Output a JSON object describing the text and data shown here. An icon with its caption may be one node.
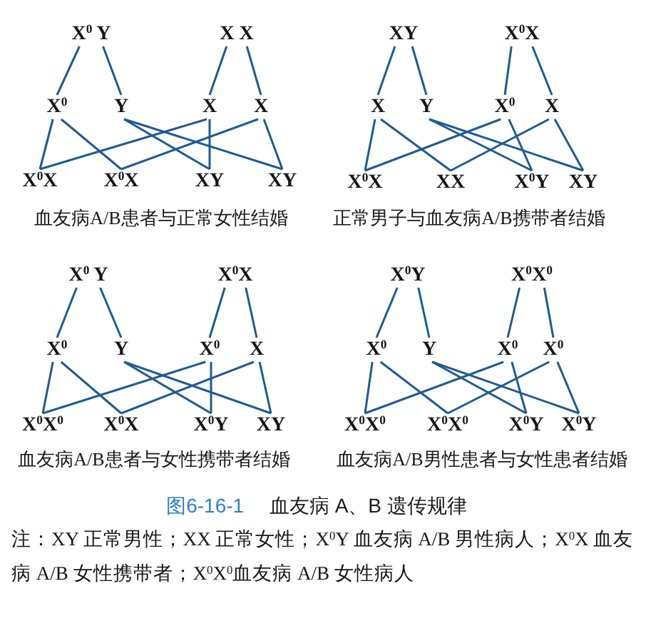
{
  "diagram": {
    "caption": "图6-16-1 血友病 A、B 遗传规律",
    "nodes": [
      {
        "text": [
          "X$^{0}$ Y"
        ]
      },
      {
        "text": [
          "X X"
        ]
      },
      {
        "text": [
          "X$^{0}$"
        ]
      },
      {
        "text": [
          "Y"
        ]
      },
      {
        "text": [
          "X"
        ]
      },
      {
        "text": [
          "X"
        ]
      },
      {
        "text": [
          "X$^{0}$X"
        ]
      },
      {
        "text": [
          "X$^{0}$X"
        ]
      },
      {
        "text": [
          "XY"
        ]
      },
      {
        "text": [
          "XY"
        ]
      },
      {
        "text": [
          "XY"
        ]
      },
      {
        "text": [
          "X$^{0}$X"
        ]
      },
      {
        "text": [
          "X"
        ]
      },
      {
        "text": [
          "Y"
        ]
      },
      {
        "text": [
          "X$^{0}$"
        ]
      },
      {
        "text": [
          "X"
        ]
      },
      {
        "text": [
          "X$^{0}$X"
        ]
      },
      {
        "text": [
          "XX"
        ]
      },
      {
        "text": [
          "X$^{0}$Y"
        ]
      },
      {
        "text": [
          "XY"
        ]
      },
      {
        "text": [
          "X$^{0}$ Y"
        ]
      },
      {
        "text": [
          "X$^{0}$X"
        ]
      },
      {
        "text": [
          "X$^{0}$"
        ]
      },
      {
        "text": [
          "Y"
        ]
      },
      {
        "text": [
          "X$^{0}$"
        ]
      },
      {
        "text": [
          "X"
        ]
      },
      {
        "text": [
          "X$^{0}$X$^{0}$"
        ]
      },
      {
        "text": [
          "X$^{0}$X"
        ]
      },
      {
        "text": [
          "X$^{0}$Y"
        ]
      },
      {
        "text": [
          "XY"
        ]
      },
      {
        "text": [
          "X$^{0}$Y"
        ]
      },
      {
        "text": [
          "X$^{0}$X$^{0}$"
        ]
      },
      {
        "text": [
          "X$^{0}$"
        ]
      },
      {
        "text": [
          "Y"
        ]
      },
      {
        "text": [
          "X$^{0}$"
        ]
      },
      {
        "text": [
          "X$^{0}$"
        ]
      },
      {
        "text": [
          "X$^{0}$X$^{0}$"
        ]
      },
      {
        "text": [
          "X$^{0}$X$^{0}$"
        ]
      },
      {
        "text": [
          "X$^{0}$Y"
        ]
      },
      {
        "text": [
          "X$^{0}$Y"
        ]
      }
    ],
    "edges": [
      {
        "from": 0,
        "to": 2,
        "arrow": "none"
      },
      {
        "from": 0,
        "to": 3,
        "arrow": "none"
      },
      {
        "from": 1,
        "to": 4,
        "arrow": "none"
      },
      {
        "from": 1,
        "to": 5,
        "arrow": "none"
      },
      {
        "from": 2,
        "to": 6,
        "arrow": "none"
      },
      {
        "from": 2,
        "to": 7,
        "arrow": "none"
      },
      {
        "from": 3,
        "to": 8,
        "arrow": "none"
      },
      {
        "from": 3,
        "to": 9,
        "arrow": "none"
      },
      {
        "from": 4,
        "to": 6,
        "arrow": "none"
      },
      {
        "from": 4,
        "to": 8,
        "arrow": "none"
      },
      {
        "from": 5,
        "to": 7,
        "arrow": "none"
      },
      {
        "from": 5,
        "to": 9,
        "arrow": "none"
      },
      {
        "from": 10,
        "to": 12,
        "arrow": "none"
      },
      {
        "from": 10,
        "to": 13,
        "arrow": "none"
      },
      {
        "from": 11,
        "to": 14,
        "arrow": "none"
      },
      {
        "from": 11,
        "to": 15,
        "arrow": "none"
      },
      {
        "from": 12,
        "to": 16,
        "arrow": "none"
      },
      {
        "from": 12,
        "to": 17,
        "arrow": "none"
      },
      {
        "from": 13,
        "to": 18,
        "arrow": "none"
      },
      {
        "from": 13,
        "to": 19,
        "arrow": "none"
      },
      {
        "from": 14,
        "to": 16,
        "arrow": "none"
      },
      {
        "from": 14,
        "to": 18,
        "arrow": "none"
      },
      {
        "from": 15,
        "to": 17,
        "arrow": "none"
      },
      {
        "from": 15,
        "to": 19,
        "arrow": "none"
      },
      {
        "from": 20,
        "to": 22,
        "arrow": "none"
      },
      {
        "from": 20,
        "to": 23,
        "arrow": "none"
      },
      {
        "from": 21,
        "to": 24,
        "arrow": "none"
      },
      {
        "from": 21,
        "to": 25,
        "arrow": "none"
      },
      {
        "from": 22,
        "to": 26,
        "arrow": "none"
      },
      {
        "from": 22,
        "to": 27,
        "arrow": "none"
      },
      {
        "from": 23,
        "to": 28,
        "arrow": "none"
      },
      {
        "from": 23,
        "to": 29,
        "arrow": "none"
      },
      {
        "from": 24,
        "to": 26,
        "arrow": "none"
      },
      {
        "from": 24,
        "to": 28,
        "arrow": "none"
      },
      {
        "from": 25,
        "to": 27,
        "arrow": "none"
      },
      {
        "from": 25,
        "to": 29,
        "arrow": "none"
      },
      {
        "from": 30,
        "to": 32,
        "arrow": "none"
      },
      {
        "from": 30,
        "to": 33,
        "arrow": "none"
      },
      {
        "from": 31,
        "to": 34,
        "arrow": "none"
      },
      {
        "from": 31,
        "to": 35,
        "arrow": "none"
      },
      {
        "from": 32,
        "to": 36,
        "arrow": "none"
      },
      {
        "from": 32,
        "to": 37,
        "arrow": "none"
      },
      {
        "from": 33,
        "to": 38,
        "arrow": "none"
      },
      {
        "from": 33,
        "to": 39,
        "arrow": "none"
      },
      {
        "from": 34,
        "to": 36,
        "arrow": "none"
      },
      {
        "from": 34,
        "to": 38,
        "arrow": "none"
      },
      {
        "from": 35,
        "to": 37,
        "arrow": "none"
      },
      {
        "from": 35,
        "to": 39,
        "arrow": "none"
      }
    ],
    "labels": [
      "血友病A/B患者与正常女性结婚",
      "正常男子与血友病A/B携带者结婚",
      "血友病A/B患者与女性携带者结婚",
      "血友病A/B男性患者与女性患者结婚",
      "注：XY 正常男性；XX 正常女性；X$^{0}$Y 血友病 A/B 男性病人；X$^{0}$X 血友病 A/B 女性携带者；X$^{0}$X$^{0}$血友病 A/B 女性病人"
    ]
  }
}
